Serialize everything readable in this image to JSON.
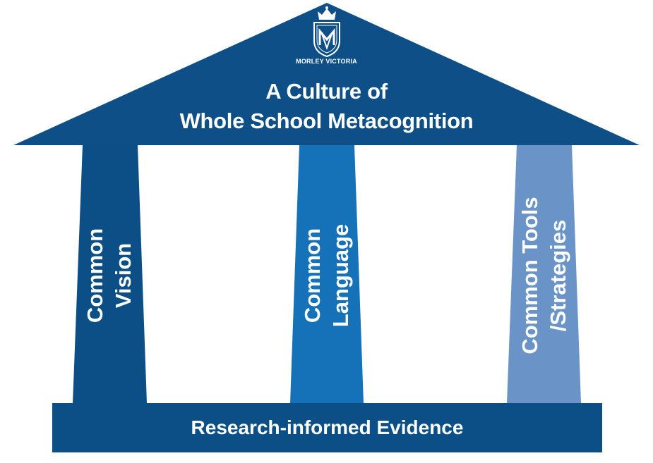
{
  "logo": {
    "text": "MORLEY VICTORIA",
    "monogram": "MV",
    "icon": "crowned-shield-crest-icon"
  },
  "roof": {
    "title_line_1": "A Culture of",
    "title_line_2": "Whole School Metacognition"
  },
  "pillars": [
    {
      "line_1": "Common",
      "line_2": "Vision",
      "color": "#0c4f86"
    },
    {
      "line_1": "Common",
      "line_2": "Language",
      "color": "#1572b8"
    },
    {
      "line_1": "Common Tools",
      "line_2": "/Strategies",
      "color": "#6a93c8"
    }
  ],
  "base": {
    "label": "Research-informed Evidence"
  },
  "colors": {
    "roof": "#0d4f86",
    "base": "#0c4f86",
    "text": "#ffffff"
  }
}
